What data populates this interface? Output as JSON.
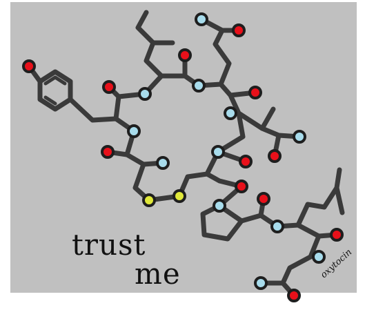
{
  "caption": {
    "line1": "trust",
    "line2": "me"
  },
  "signature": "oxytocin",
  "colors": {
    "page": "#ffffff",
    "background": "#c0c0c0",
    "bond": "#3a3a3a",
    "oxygen": "#e8101a",
    "nitrogen": "#a8dcec",
    "sulfur": "#e0e83a",
    "text": "#111111"
  }
}
